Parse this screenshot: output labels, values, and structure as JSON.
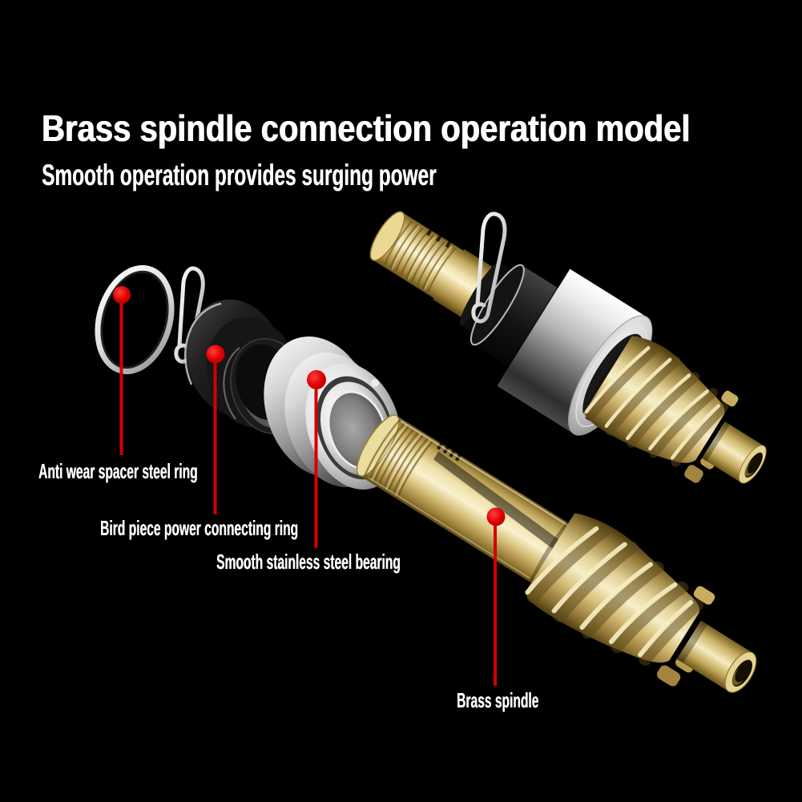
{
  "header": {
    "title": "Brass spindle connection operation model",
    "subtitle": "Smooth operation provides surging power"
  },
  "callouts": [
    {
      "id": "anti-wear-spacer-steel-ring",
      "label": "Anti wear spacer steel ring"
    },
    {
      "id": "bird-piece-power-connecting-ring",
      "label": "Bird piece power connecting ring"
    },
    {
      "id": "smooth-stainless-steel-bearing",
      "label": "Smooth stainless steel bearing"
    },
    {
      "id": "brass-spindle",
      "label": "Brass spindle"
    }
  ],
  "colors": {
    "background": "#000000",
    "text": "#ffffff",
    "callout_red": "#d40000",
    "brass": "#d9c178",
    "chrome": "#c8c8c8",
    "rubber_black": "#161616",
    "steel_wire": "#e8e8e8"
  }
}
